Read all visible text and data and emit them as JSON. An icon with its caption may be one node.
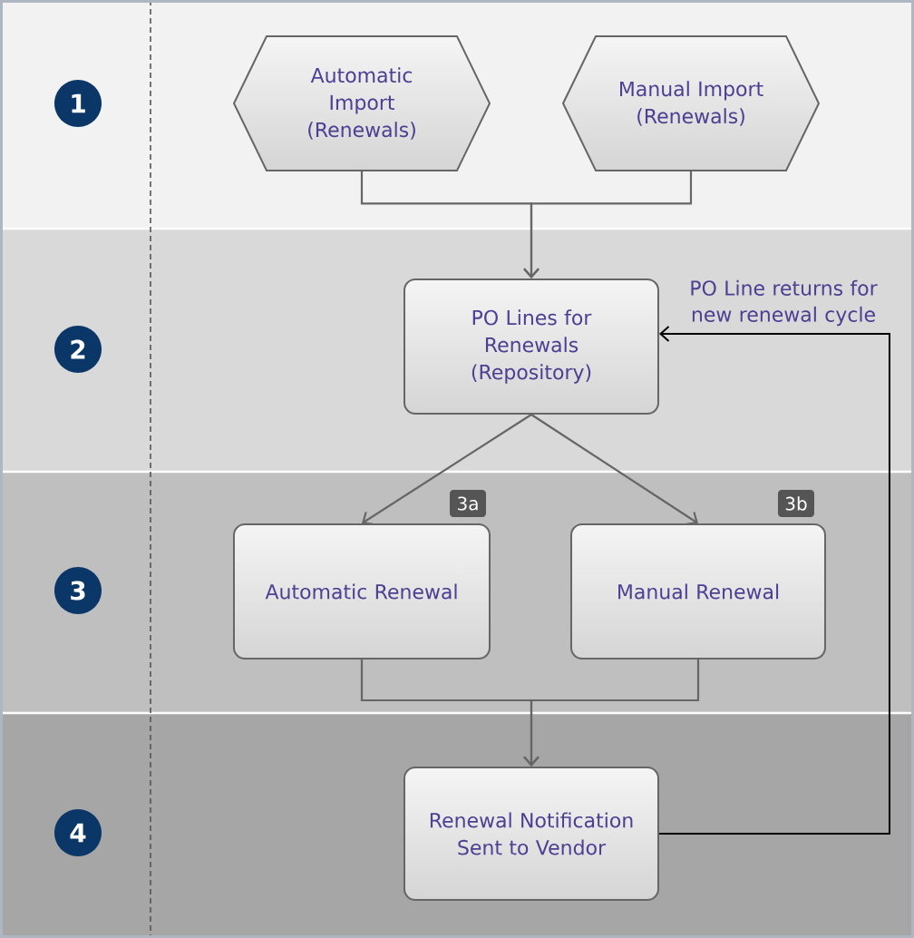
{
  "diagram": {
    "nodes": [
      {
        "text": [
          "1"
        ]
      },
      {
        "text": [
          "Automatic Import (Renewals)"
        ]
      },
      {
        "text": [
          "Manual Import (Renewals)"
        ]
      },
      {
        "text": [
          "2"
        ]
      },
      {
        "text": [
          "PO Lines for Renewals (Repository)"
        ]
      },
      {
        "text": [
          "3"
        ]
      },
      {
        "text": [
          "Automatic Renewal"
        ],
        "beside": [
          "3a"
        ]
      },
      {
        "text": [
          "Manual Renewal"
        ],
        "beside": [
          "3b"
        ]
      },
      {
        "text": [
          "4"
        ]
      },
      {
        "text": [
          "Renewal Notification Sent to Vendor"
        ]
      }
    ],
    "edges": [
      {
        "from": 1,
        "to": 4,
        "arrow": "to"
      },
      {
        "from": 2,
        "to": 4,
        "arrow": "to"
      },
      {
        "from": 4,
        "to": 6,
        "arrow": "to"
      },
      {
        "from": 4,
        "to": 7,
        "arrow": "to"
      },
      {
        "from": 6,
        "to": 9,
        "arrow": "to"
      },
      {
        "from": 7,
        "to": 9,
        "arrow": "to"
      },
      {
        "from": 9,
        "to": 4,
        "arrow": "to",
        "label": "PO Line returns for new renewal cycle",
        "color": "#000000"
      }
    ]
  }
}
